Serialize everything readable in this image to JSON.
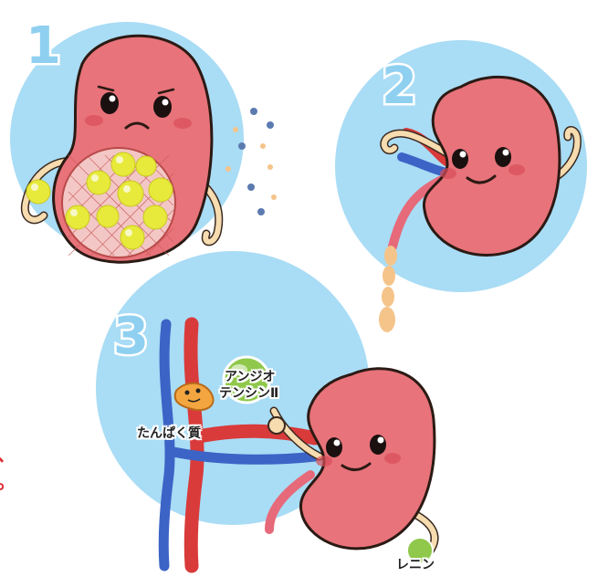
{
  "panels": [
    {
      "number": "1"
    },
    {
      "number": "2"
    },
    {
      "number": "3"
    }
  ],
  "labels": {
    "angiotensin_line1": "アンジオ",
    "angiotensin_line2": "テンシンⅡ",
    "protein": "たんぱく質",
    "renin": "レニン"
  },
  "edge_marks": {
    "comma": "、",
    "period": "。"
  },
  "colors": {
    "circle": "#a9dcf5",
    "kidney": "#e8737a",
    "artery": "#d93a3a",
    "vein": "#3c63c6",
    "yellow_particle": "#e7ea3a",
    "urine": "#f5c48a",
    "green_hormone": "#8fc84a",
    "orange_protein": "#f3a640"
  },
  "icons": [
    "kidney-character-icon",
    "filter-mesh-icon",
    "blood-vessel-icon",
    "ureter-icon"
  ]
}
